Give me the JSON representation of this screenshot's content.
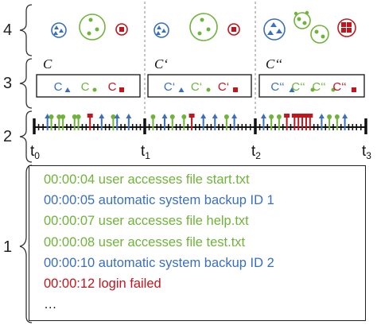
{
  "rows": {
    "r4": "4",
    "r3": "3",
    "r2": "2",
    "r1": "1"
  },
  "colors": {
    "green": "#6fb33a",
    "blue": "#3a6fbd",
    "red": "#c0161e",
    "black": "#111111",
    "divider": "#888888"
  },
  "windows": [
    {
      "label": "C",
      "items": [
        {
          "letter": "C",
          "mark": "triangle",
          "color": "blue"
        },
        {
          "letter": "C",
          "mark": "dot",
          "color": "green"
        },
        {
          "letter": "C",
          "mark": "square",
          "color": "red"
        }
      ]
    },
    {
      "label": "C‘",
      "items": [
        {
          "letter": "C‘",
          "mark": "triangle",
          "color": "blue"
        },
        {
          "letter": "C‘",
          "mark": "dot",
          "color": "green"
        },
        {
          "letter": "C‘",
          "mark": "square",
          "color": "red"
        }
      ]
    },
    {
      "label": "C‘‘",
      "items": [
        {
          "letter": "C‘‘",
          "mark": "triangle",
          "color": "blue"
        },
        {
          "letter": "C‘‘",
          "mark": "dot",
          "color": "green"
        },
        {
          "letter": "C‘‘",
          "mark": "dot",
          "color": "green"
        },
        {
          "letter": "C‘‘",
          "mark": "square",
          "color": "red"
        }
      ]
    }
  ],
  "timeline": {
    "t0": "t",
    "t0_sub": "0",
    "t1": "t",
    "t1_sub": "1",
    "t2": "t",
    "t2_sub": "2",
    "t3": "t",
    "t3_sub": "3",
    "events": [
      {
        "t": 0.4,
        "c": "black"
      },
      {
        "t": 0.8,
        "c": "black"
      },
      {
        "t": 1.2,
        "c": "blue"
      },
      {
        "t": 1.55,
        "c": "green"
      },
      {
        "t": 1.9,
        "c": "black"
      },
      {
        "t": 2.25,
        "c": "green"
      },
      {
        "t": 2.6,
        "c": "green"
      },
      {
        "t": 2.95,
        "c": "black"
      },
      {
        "t": 3.3,
        "c": "black"
      },
      {
        "t": 3.65,
        "c": "green"
      },
      {
        "t": 4.0,
        "c": "green"
      },
      {
        "t": 4.35,
        "c": "black"
      },
      {
        "t": 4.7,
        "c": "black"
      },
      {
        "t": 5.05,
        "c": "red"
      },
      {
        "t": 5.4,
        "c": "black"
      },
      {
        "t": 5.75,
        "c": "black"
      },
      {
        "t": 6.1,
        "c": "blue"
      },
      {
        "t": 6.45,
        "c": "black"
      },
      {
        "t": 6.8,
        "c": "black"
      },
      {
        "t": 7.15,
        "c": "green"
      },
      {
        "t": 7.5,
        "c": "blue"
      },
      {
        "t": 7.85,
        "c": "black"
      },
      {
        "t": 8.2,
        "c": "black"
      },
      {
        "t": 8.55,
        "c": "blue"
      },
      {
        "t": 8.9,
        "c": "black"
      },
      {
        "t": 9.25,
        "c": "black"
      },
      {
        "t": 9.6,
        "c": "black"
      },
      {
        "t": 10.4,
        "c": "black"
      },
      {
        "t": 10.75,
        "c": "green"
      },
      {
        "t": 11.1,
        "c": "black"
      },
      {
        "t": 11.45,
        "c": "black"
      },
      {
        "t": 11.8,
        "c": "blue"
      },
      {
        "t": 12.15,
        "c": "black"
      },
      {
        "t": 12.5,
        "c": "green"
      },
      {
        "t": 12.85,
        "c": "black"
      },
      {
        "t": 13.2,
        "c": "black"
      },
      {
        "t": 13.55,
        "c": "green"
      },
      {
        "t": 13.9,
        "c": "black"
      },
      {
        "t": 14.25,
        "c": "red"
      },
      {
        "t": 14.6,
        "c": "black"
      },
      {
        "t": 14.95,
        "c": "black"
      },
      {
        "t": 15.3,
        "c": "blue"
      },
      {
        "t": 15.65,
        "c": "black"
      },
      {
        "t": 16.0,
        "c": "black"
      },
      {
        "t": 16.35,
        "c": "blue"
      },
      {
        "t": 16.7,
        "c": "black"
      },
      {
        "t": 17.05,
        "c": "black"
      },
      {
        "t": 17.4,
        "c": "green"
      },
      {
        "t": 17.75,
        "c": "black"
      },
      {
        "t": 18.1,
        "c": "blue"
      },
      {
        "t": 18.45,
        "c": "black"
      },
      {
        "t": 18.8,
        "c": "black"
      },
      {
        "t": 19.15,
        "c": "black"
      },
      {
        "t": 19.55,
        "c": "black"
      },
      {
        "t": 20.4,
        "c": "black"
      },
      {
        "t": 20.75,
        "c": "blue"
      },
      {
        "t": 21.1,
        "c": "black"
      },
      {
        "t": 21.45,
        "c": "green"
      },
      {
        "t": 21.8,
        "c": "black"
      },
      {
        "t": 22.15,
        "c": "green"
      },
      {
        "t": 22.5,
        "c": "black"
      },
      {
        "t": 22.85,
        "c": "red"
      },
      {
        "t": 23.2,
        "c": "black"
      },
      {
        "t": 23.55,
        "c": "red"
      },
      {
        "t": 23.9,
        "c": "red"
      },
      {
        "t": 24.25,
        "c": "red"
      },
      {
        "t": 24.6,
        "c": "red"
      },
      {
        "t": 24.95,
        "c": "red"
      },
      {
        "t": 25.3,
        "c": "black"
      },
      {
        "t": 25.65,
        "c": "black"
      },
      {
        "t": 26.0,
        "c": "blue"
      },
      {
        "t": 26.35,
        "c": "black"
      },
      {
        "t": 26.7,
        "c": "green"
      },
      {
        "t": 27.05,
        "c": "black"
      },
      {
        "t": 27.4,
        "c": "green"
      },
      {
        "t": 27.75,
        "c": "black"
      },
      {
        "t": 28.1,
        "c": "blue"
      },
      {
        "t": 28.45,
        "c": "black"
      },
      {
        "t": 28.8,
        "c": "black"
      },
      {
        "t": 29.15,
        "c": "black"
      },
      {
        "t": 29.55,
        "c": "black"
      }
    ]
  },
  "log": {
    "lines": [
      {
        "text": "00:00:04 user accesses file start.txt",
        "color": "green"
      },
      {
        "text": "00:00:05 automatic system backup ID 1",
        "color": "blue"
      },
      {
        "text": "00:00:07 user accesses file help.txt",
        "color": "green"
      },
      {
        "text": "00:00:08 user accesses file test.txt",
        "color": "green"
      },
      {
        "text": "00:00:10 automatic system backup ID 2",
        "color": "blue"
      },
      {
        "text": "00:00:12 login failed",
        "color": "red"
      },
      {
        "text": "…",
        "color": "black"
      }
    ]
  }
}
